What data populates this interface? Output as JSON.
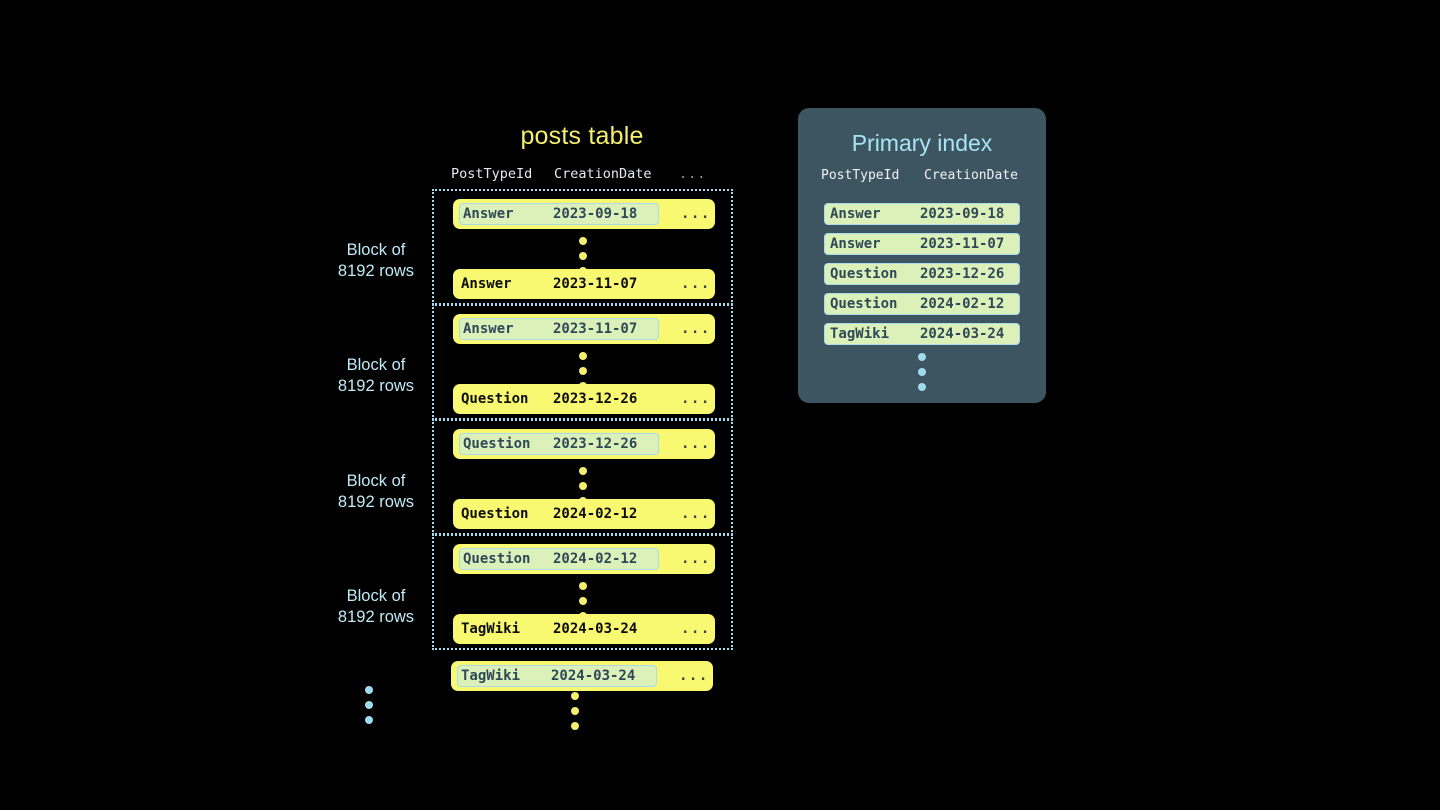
{
  "posts_table": {
    "title": "posts table",
    "columns": [
      "PostTypeId",
      "CreationDate"
    ],
    "ellipsis_column": "...",
    "row_ellipsis": "...",
    "block_label_line1": "Block of",
    "block_label_line2": "8192 rows",
    "blocks": [
      {
        "label_line1": "Block of",
        "label_line2": "8192 rows",
        "first_row": {
          "post_type_id": "Answer",
          "creation_date": "2023-09-18",
          "highlighted": true
        },
        "last_row": {
          "post_type_id": "Answer",
          "creation_date": "2023-11-07",
          "highlighted": false
        }
      },
      {
        "label_line1": "Block of",
        "label_line2": "8192 rows",
        "first_row": {
          "post_type_id": "Answer",
          "creation_date": "2023-11-07",
          "highlighted": true
        },
        "last_row": {
          "post_type_id": "Question",
          "creation_date": "2023-12-26",
          "highlighted": false
        }
      },
      {
        "label_line1": "Block of",
        "label_line2": "8192 rows",
        "first_row": {
          "post_type_id": "Question",
          "creation_date": "2023-12-26",
          "highlighted": true
        },
        "last_row": {
          "post_type_id": "Question",
          "creation_date": "2024-02-12",
          "highlighted": false
        }
      },
      {
        "label_line1": "Block of",
        "label_line2": "8192 rows",
        "first_row": {
          "post_type_id": "Question",
          "creation_date": "2024-02-12",
          "highlighted": true
        },
        "last_row": {
          "post_type_id": "TagWiki",
          "creation_date": "2024-03-24",
          "highlighted": false
        }
      }
    ],
    "trailing_row": {
      "post_type_id": "TagWiki",
      "creation_date": "2024-03-24",
      "highlighted": true
    }
  },
  "primary_index": {
    "title": "Primary index",
    "columns": [
      "PostTypeId",
      "CreationDate"
    ],
    "entries": [
      {
        "post_type_id": "Answer",
        "creation_date": "2023-09-18"
      },
      {
        "post_type_id": "Answer",
        "creation_date": "2023-11-07"
      },
      {
        "post_type_id": "Question",
        "creation_date": "2023-12-26"
      },
      {
        "post_type_id": "Question",
        "creation_date": "2024-02-12"
      },
      {
        "post_type_id": "TagWiki",
        "creation_date": "2024-03-24"
      }
    ]
  },
  "colors": {
    "background": "#000000",
    "row_yellow": "#f9f871",
    "highlight_mint": "#dcf0b9",
    "highlight_border": "#a8dced",
    "block_border": "#9fdcf0",
    "label_blue": "#bfeaf7",
    "title_yellow": "#f5f06a",
    "panel_slate": "#3d5561",
    "panel_title_blue": "#a9e4f5",
    "dot_yellow": "#f5ef6e",
    "dot_blue": "#9fdcf0",
    "mono_text_dark": "#0d0d0d",
    "mono_text_slate": "#2f4858"
  }
}
